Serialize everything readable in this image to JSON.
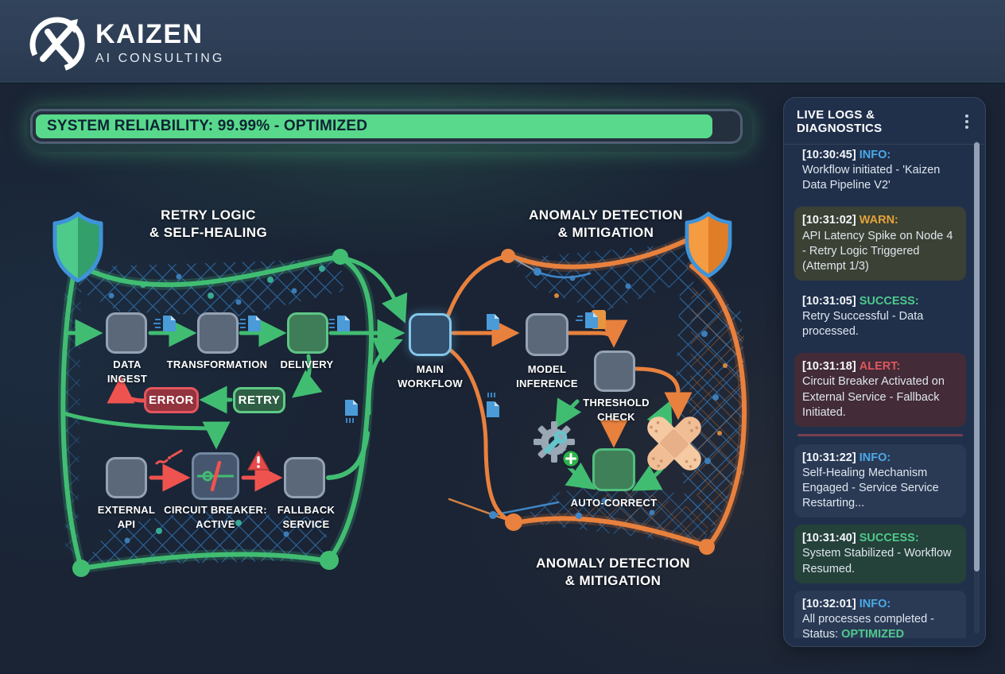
{
  "header": {
    "brand": "KAIZEN",
    "brand_sub": "AI CONSULTING"
  },
  "reliability": {
    "label": "SYSTEM RELIABILITY: 99.99% - OPTIMIZED",
    "value_display": "99.99%",
    "fill_percent": 96.5,
    "fill_color": "#58d98b"
  },
  "diagram": {
    "section_left_title": "RETRY LOGIC\n& SELF-HEALING",
    "section_right_title": "ANOMALY DETECTION\n& MITIGATION",
    "section_right_bottom_title": "ANOMALY DETECTION\n& MITIGATION",
    "nodes": {
      "data_ingest": "DATA\nINGEST",
      "transformation": "TRANSFORMATION",
      "delivery": "DELIVERY",
      "main_workflow": "MAIN\nWORKFLOW",
      "model_inference": "MODEL\nINFERENCE",
      "threshold_check": "THRESHOLD\nCHECK",
      "auto_correct": "AUTO-CORRECT",
      "external_api": "EXTERNAL\nAPI",
      "circuit_breaker": "CIRCUIT BREAKER:\nACTIVE",
      "fallback_service": "FALLBACK\nSERVICE",
      "error": "ERROR",
      "retry": "RETRY"
    },
    "icons": [
      "shield-green",
      "shield-orange",
      "document",
      "gear-wrench-plus",
      "bandage-cross",
      "warning-triangle",
      "broken-wire",
      "circuit-breaker-symbol"
    ],
    "colors": {
      "accent_green": "#58d98b",
      "frame_green": "#41bd72",
      "accent_orange": "#e8813d",
      "alert_red": "#ef5350",
      "mesh_blue": "#2f6da8",
      "node_blue_border": "#84c7ea"
    }
  },
  "logs": {
    "title": "LIVE LOGS & DIAGNOSTICS",
    "entries": [
      {
        "time": "[10:30:45]",
        "level": "INFO:",
        "type": "info",
        "message": "Workflow initiated - 'Kaizen Data Pipeline V2'"
      },
      {
        "time": "[10:31:02]",
        "level": "WARN:",
        "type": "warn",
        "message": "API Latency Spike on Node 4 - Retry Logic Triggered (Attempt 1/3)"
      },
      {
        "time": "[10:31:05]",
        "level": "SUCCESS:",
        "type": "success",
        "message": "Retry Successful - Data processed."
      },
      {
        "time": "[10:31:18]",
        "level": "ALERT:",
        "type": "alert",
        "message": "Circuit Breaker Activated on External Service - Fallback Initiated."
      },
      {
        "time": "[10:31:22]",
        "level": "INFO:",
        "type": "info",
        "message": "Self-Healing Mechanism Engaged - Service Service Restarting..."
      },
      {
        "time": "[10:31:40]",
        "level": "SUCCESS:",
        "type": "success",
        "message": "System Stabilized - Workflow Resumed."
      },
      {
        "time": "[10:32:01]",
        "level": "INFO:",
        "type": "info",
        "message": "All processes completed - Status: ",
        "highlight": "OPTIMIZED"
      }
    ],
    "status_colors": {
      "info": "#4BA9E8",
      "warn": "#E5A33C",
      "success": "#4FC98C",
      "alert": "#E0575E"
    }
  }
}
